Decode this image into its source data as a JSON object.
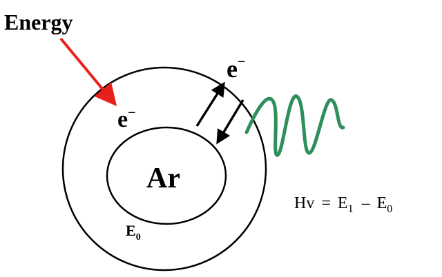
{
  "labels": {
    "energy": "Energy",
    "atom": "Ar",
    "electron_outer": "e",
    "electron_inner": "e",
    "electron_superscript": "−",
    "ground_level_letter": "E",
    "ground_level_subscript": "0",
    "equation_lhs": "Hv",
    "equation_equals": "=",
    "equation_e1_letter": "E",
    "equation_e1_subscript": "1",
    "equation_minus": "–",
    "equation_e0_letter": "E",
    "equation_e0_subscript": "0"
  },
  "colors": {
    "energy_arrow": "#e8201c",
    "photon_wave": "#2f8f5b",
    "stroke": "#000000",
    "background": "#ffffff"
  }
}
